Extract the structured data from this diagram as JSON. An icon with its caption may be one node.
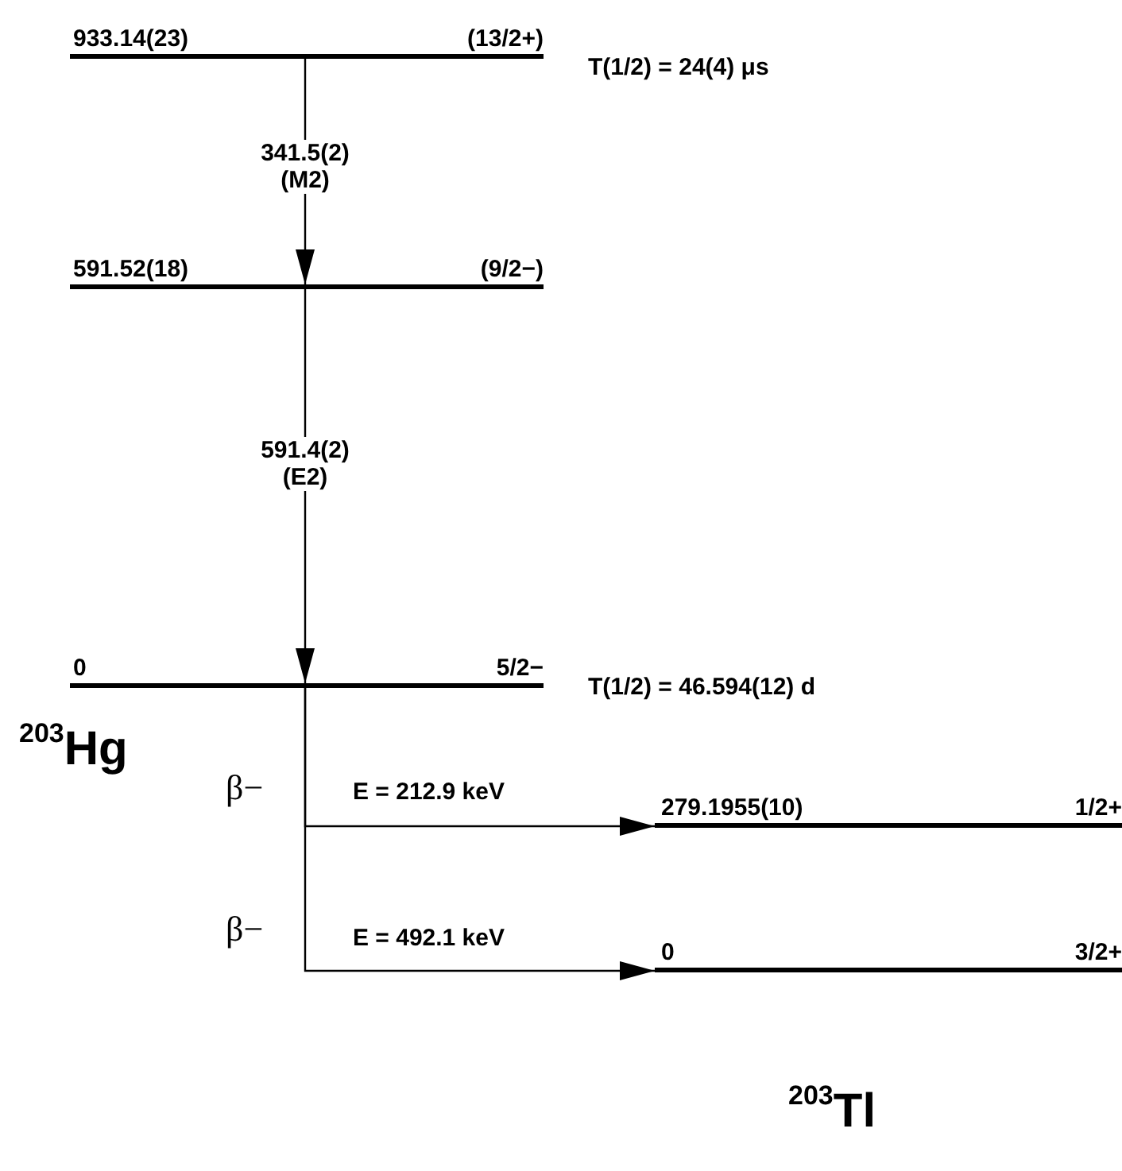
{
  "diagram": {
    "nodes": [
      {
        "text": [
          "933.14(23)",
          "(13/2+)"
        ],
        "beside": [
          "T(1/2) = 24(4) μs"
        ]
      },
      {
        "text": [
          "591.52(18)",
          "(9/2−)"
        ]
      },
      {
        "text": [
          "0",
          "5/2−"
        ],
        "beside": [
          "T(1/2) = 46.594(12) d"
        ]
      },
      {
        "text": [
          "279.1955(10)",
          "1/2+"
        ]
      },
      {
        "text": [
          "0",
          "3/2+"
        ]
      }
    ],
    "edges": [
      {
        "from": 0,
        "to": 1,
        "arrow": "to",
        "label": "341.5(2) (M2)"
      },
      {
        "from": 1,
        "to": 2,
        "arrow": "to",
        "label": "591.4(2) (E2)"
      },
      {
        "from": 2,
        "to": 3,
        "arrow": "to",
        "label": "E = 212.9 keV"
      },
      {
        "from": 2,
        "to": 4,
        "arrow": "to",
        "label": "E = 492.1 keV"
      }
    ],
    "labels": [
      "$^{203}$Hg",
      "β−",
      "β−",
      "$^{203}$Tl"
    ]
  }
}
